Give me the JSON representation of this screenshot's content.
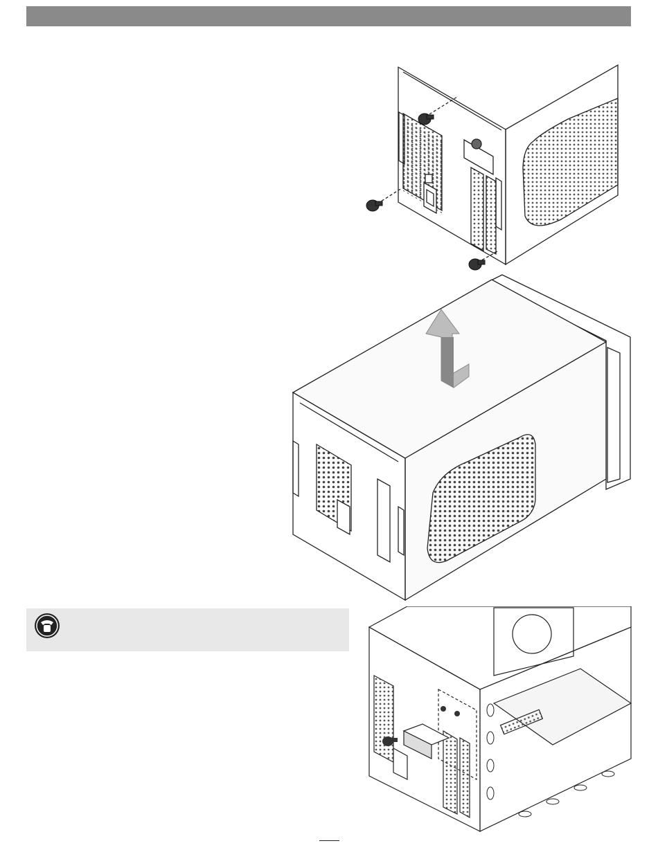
{
  "page": {
    "header_text": "",
    "page_number": ""
  },
  "support_tip": {
    "icon": "support-phone-icon",
    "text": ""
  },
  "figures": [
    {
      "name": "rear-screws-figure",
      "icon": "thumbscrew-icon"
    },
    {
      "name": "remove-cover-figure",
      "icon": "arrow-up-icon"
    },
    {
      "name": "card-bracket-figure",
      "icon": "bracket-screw-icon"
    }
  ],
  "colors": {
    "header_bar": "#8a8a8a",
    "tip_background": "#e8e8e8",
    "arrow": "#b8b8b8"
  }
}
